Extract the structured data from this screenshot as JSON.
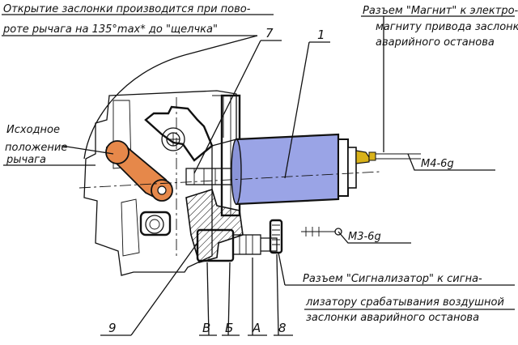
{
  "labels": {
    "opening_line1": "Открытие заслонки производится при пово-",
    "opening_line2": "роте рычага на 135°max* до \"щелчка\"",
    "initial_line1": "Исходное",
    "initial_line2": "положение",
    "initial_line3": "рычага",
    "magnet_line1": "Разъем \"Магнит\" к электро-",
    "magnet_line2": "магниту привода заслонки",
    "magnet_line3": "аварийного останова",
    "thread_m4": "М4-6g",
    "thread_m3": "М3-6g",
    "signal_line1": "Разъем \"Сигнализатор\" к сигна-",
    "signal_line2": "лизатору срабатывания воздушной",
    "signal_line3": "заслонки аварийного останова"
  },
  "callouts": {
    "c1": "1",
    "c7": "7",
    "c9": "9",
    "cV": "В",
    "cB": "Б",
    "cA": "А",
    "c8": "8"
  },
  "colors": {
    "solenoid_body": "#9aa4e6",
    "lever": "#e6884a",
    "connector_gold": "#d9b21a",
    "line": "#111111"
  }
}
